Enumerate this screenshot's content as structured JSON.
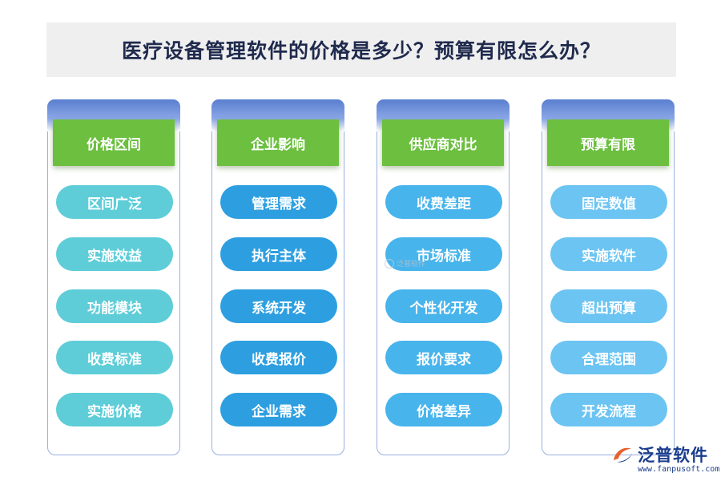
{
  "title": "医疗设备管理软件的价格是多少？预算有限怎么办？",
  "columns": [
    {
      "header": "价格区间",
      "pill_color": "#5ecdd8",
      "items": [
        "区间广泛",
        "实施效益",
        "功能模块",
        "收费标准",
        "实施价格"
      ]
    },
    {
      "header": "企业影响",
      "pill_color": "#2d9fe0",
      "items": [
        "管理需求",
        "执行主体",
        "系统开发",
        "收费报价",
        "企业需求"
      ]
    },
    {
      "header": "供应商对比",
      "pill_color": "#48b4ec",
      "items": [
        "收费差距",
        "市场标准",
        "个性化开发",
        "报价要求",
        "价格差异"
      ]
    },
    {
      "header": "预算有限",
      "pill_color": "#6cc4f2",
      "items": [
        "固定数值",
        "实施软件",
        "超出预算",
        "合理范围",
        "开发流程"
      ]
    }
  ],
  "watermark": "泛普软件",
  "logo": {
    "name": "泛普软件",
    "url": "www.fanpusoft.com"
  },
  "colors": {
    "header_green": "#6cbf3f",
    "title_text": "#1f2a4d",
    "logo_blue": "#1a3c8c"
  }
}
